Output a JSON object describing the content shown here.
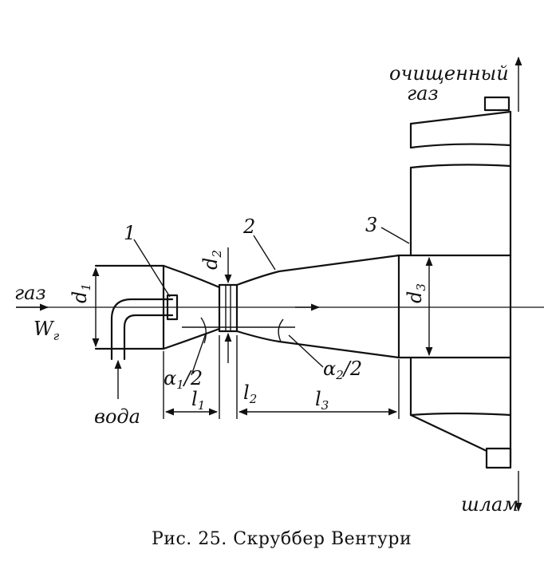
{
  "caption": "Рис. 25. Скруббер Вентури",
  "labels": {
    "clean_gas_line1": "очищенный",
    "clean_gas_line2": "газ",
    "gas": "газ",
    "velocity": "W",
    "velocity_sub": "г",
    "water": "вода",
    "sludge": "шлам",
    "part1": "1",
    "part2": "2",
    "part3": "3",
    "d1": "d",
    "d1_sub": "1",
    "d2": "d",
    "d2_sub": "2",
    "d3": "d",
    "d3_sub": "3",
    "l1": "l",
    "l1_sub": "1",
    "l2": "l",
    "l2_sub": "2",
    "l3": "l",
    "l3_sub": "3",
    "alpha1": "α",
    "alpha1_sub": "1",
    "alpha1_tail": "/2",
    "alpha2": "α",
    "alpha2_sub": "2",
    "alpha2_tail": "/2"
  }
}
